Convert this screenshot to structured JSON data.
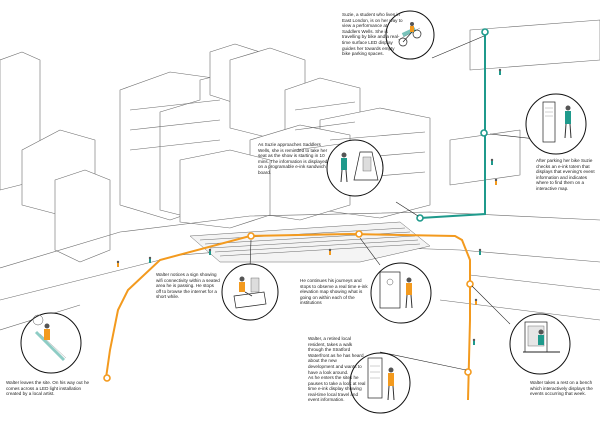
{
  "colors": {
    "orange_route": "#f39a1e",
    "teal_route": "#1f9a8c",
    "linework": "#555555",
    "callout_circle": "#111111"
  },
  "captions": {
    "suzie_intro": "Suzie, a student who lives in East London, is on her way to view a performance at Saddlers Wells. She is travelling by bike and a real-time surface LED display guides her towards empty bike parking spaces.",
    "suzie_approaches": "As Suzie approaches Saddlers Wells, she is reminded to take her seat as the show is starting in 10 mins. The information is displayed on a programable e-ink sandwich board.",
    "suzie_parking": "After parking her bike Suzie checks an e-ink totem that displays that evening's event information and indicates where to find them on a interactive map.",
    "walter_wifi": "Walter notices a sign showing wifi connectivity within a seated area he is passing. He stops off to browse the internet for a short while.",
    "walter_elevation": "He continues his journeys and stops to observe a real time e-ink elevation map showing what is going on within each of the institutions",
    "walter_retired": "Walter, a retired local resident, takes a walk through the Stratford Waterfront as he has heard about the new development and wants to have a look around.",
    "walter_exit_display": "As he enters the sites he pauses to take a look at real time e-ink display showing real-time local travel and event information.",
    "walter_bench": "Walter takes a rest on a bench which interactively displays the events occurring that week.",
    "walter_leaves": "Walter leaves the site. On his way out he comes across a LED light installation created by a local artist."
  }
}
